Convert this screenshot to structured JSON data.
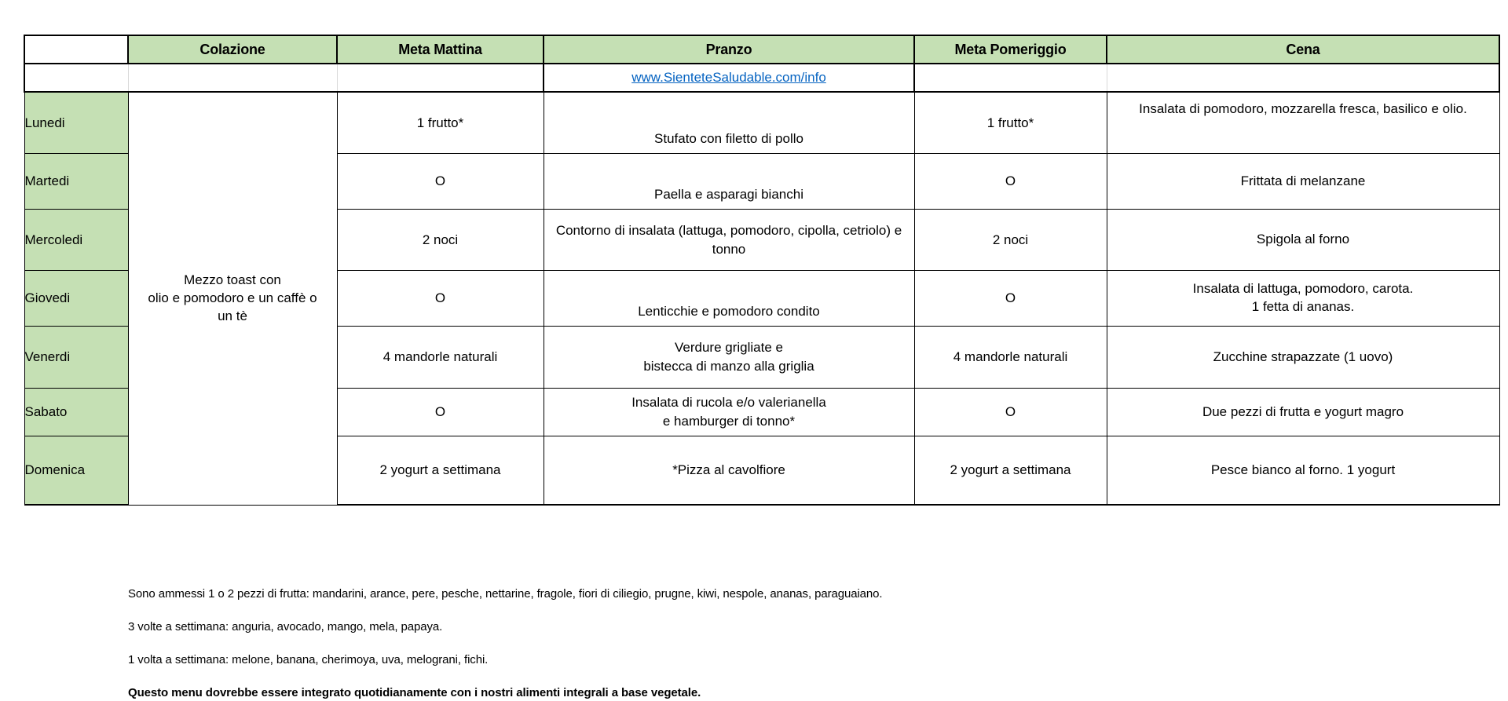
{
  "table": {
    "columns": [
      {
        "key": "day",
        "label": ""
      },
      {
        "key": "colazione",
        "label": "Colazione"
      },
      {
        "key": "meta_mat",
        "label": "Meta Mattina"
      },
      {
        "key": "pranzo",
        "label": "Pranzo"
      },
      {
        "key": "meta_pom",
        "label": "Meta Pomeriggio"
      },
      {
        "key": "cena",
        "label": "Cena"
      }
    ],
    "site_link": "www.SienteteSaludable.com/info",
    "colazione_merged": "Mezzo toast con\nolio e pomodoro e un caffè o\nun tè",
    "colazione_lines": [
      "Mezzo toast con",
      "olio e pomodoro e un caffè o",
      "un tè"
    ],
    "days": [
      {
        "day": "Lunedi",
        "meta_mattina": "1 frutto*",
        "pranzo": "Stufato con filetto di pollo",
        "meta_pomeriggio": "1 frutto*",
        "cena": "Insalata di pomodoro, mozzarella fresca, basilico e olio."
      },
      {
        "day": "Martedi",
        "meta_mattina": "O",
        "pranzo": "Paella e asparagi bianchi",
        "meta_pomeriggio": "O",
        "cena": "Frittata di melanzane"
      },
      {
        "day": "Mercoledi",
        "meta_mattina": "2 noci",
        "pranzo": "Contorno di insalata (lattuga, pomodoro, cipolla, cetriolo) e tonno",
        "meta_pomeriggio": "2 noci",
        "cena": "Spigola al forno"
      },
      {
        "day": "Giovedi",
        "meta_mattina": "O",
        "pranzo": "Lenticchie e pomodoro condito",
        "meta_pomeriggio": "O",
        "cena": "Insalata di lattuga, pomodoro, carota.\n1 fetta di ananas."
      },
      {
        "day": "Venerdi",
        "meta_mattina": "4 mandorle naturali",
        "pranzo": "Verdure grigliate e\nbistecca di manzo alla griglia",
        "meta_pomeriggio": "4 mandorle naturali",
        "cena": "Zucchine strapazzate (1 uovo)"
      },
      {
        "day": "Sabato",
        "meta_mattina": "O",
        "pranzo": "Insalata di rucola e/o valerianella\ne hamburger di tonno*",
        "meta_pomeriggio": "O",
        "cena": "Due pezzi di frutta e yogurt magro"
      },
      {
        "day": "Domenica",
        "meta_mattina": "2 yogurt a settimana",
        "pranzo": "*Pizza al cavolfiore",
        "meta_pomeriggio": "2 yogurt a settimana",
        "cena": "Pesce bianco al forno. 1 yogurt"
      }
    ]
  },
  "notes": [
    "Sono ammessi 1 o 2 pezzi di frutta: mandarini, arance, pere, pesche, nettarine, fragole, fiori di ciliegio, prugne, kiwi, nespole, ananas, paraguaiano.",
    "3 volte a settimana: anguria, avocado, mango, mela, papaya.",
    "1 volta a settimana: melone, banana, cherimoya, uva, melograni, fichi.",
    "Questo menu dovrebbe essere integrato quotidianamente con i nostri alimenti integrali a base vegetale."
  ],
  "colors": {
    "header_green": "#c5e0b4",
    "link_blue": "#0563c1",
    "border_black": "#000000",
    "background": "#ffffff"
  }
}
